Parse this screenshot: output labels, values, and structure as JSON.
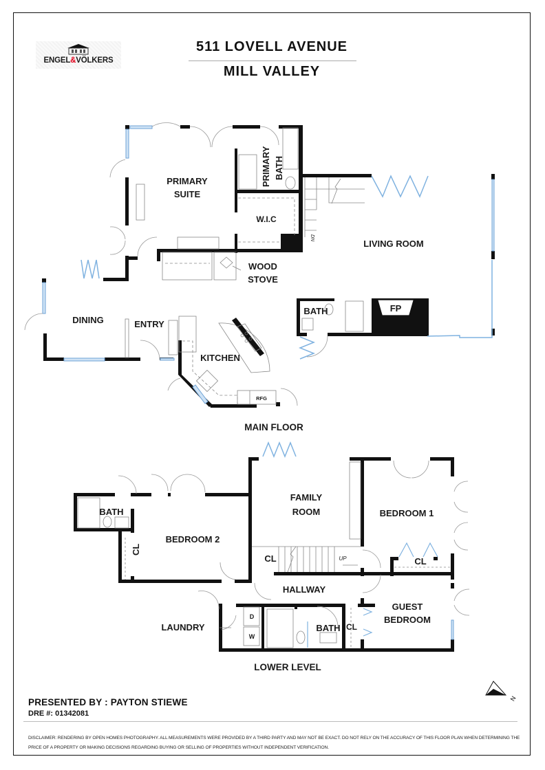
{
  "header": {
    "address_line": "511 LOVELL AVENUE",
    "city_line": "MILL VALLEY"
  },
  "logo": {
    "brand_left": "ENGEL",
    "brand_amp": "&",
    "brand_right": "VÖLKERS",
    "accent_color": "#e2001a"
  },
  "main_floor": {
    "level_label": "MAIN FLOOR",
    "rooms": {
      "primary_suite_1": "PRIMARY",
      "primary_suite_2": "SUITE",
      "primary_bath_1": "PRIMARY",
      "primary_bath_2": "BATH",
      "wic": "W.I.C",
      "wood_stove_1": "WOOD",
      "wood_stove_2": "STOVE",
      "living_room": "LIVING ROOM",
      "bath": "BATH",
      "fireplace": "FP",
      "dining": "DINING",
      "entry": "ENTRY",
      "kitchen": "KITCHEN",
      "refrigerator": "RFG",
      "stairs_down": "DN"
    }
  },
  "lower_level": {
    "level_label": "LOWER LEVEL",
    "rooms": {
      "family_room_1": "FAMILY",
      "family_room_2": "ROOM",
      "bedroom_1": "BEDROOM 1",
      "bedroom_2": "BEDROOM 2",
      "bath_left": "BATH",
      "closet_bed2": "CL",
      "closet_stairs": "CL",
      "closet_bed1": "CL",
      "stairs_up": "UP",
      "hallway": "HALLWAY",
      "guest_bedroom_1": "GUEST",
      "guest_bedroom_2": "BEDROOM",
      "laundry": "LAUNDRY",
      "dryer": "D",
      "washer": "W",
      "bath_lower": "BATH",
      "closet_guest": "CL"
    }
  },
  "compass": {
    "label": "N"
  },
  "footer": {
    "presented_by": "PRESENTED BY : PAYTON STIEWE",
    "dre": "DRE #: 01342081",
    "disclaimer": "DISCLAIMER: RENDERING BY OPEN HOMES PHOTOGRAPHY. ALL MEASUREMENTS WERE PROVIDED BY A THIRD PARTY AND MAY NOT BE EXACT. DO NOT RELY ON THE ACCURACY OF THIS FLOOR PLAN WHEN DETERMINING THE PRICE OF A PROPERTY OR MAKING DECISIONS REGARDING BUYING OR SELLING OF PROPERTIES WITHOUT INDEPENDENT VERIFICATION."
  },
  "colors": {
    "wall": "#111111",
    "window": "#7fb2e0",
    "fixture": "#888888"
  }
}
